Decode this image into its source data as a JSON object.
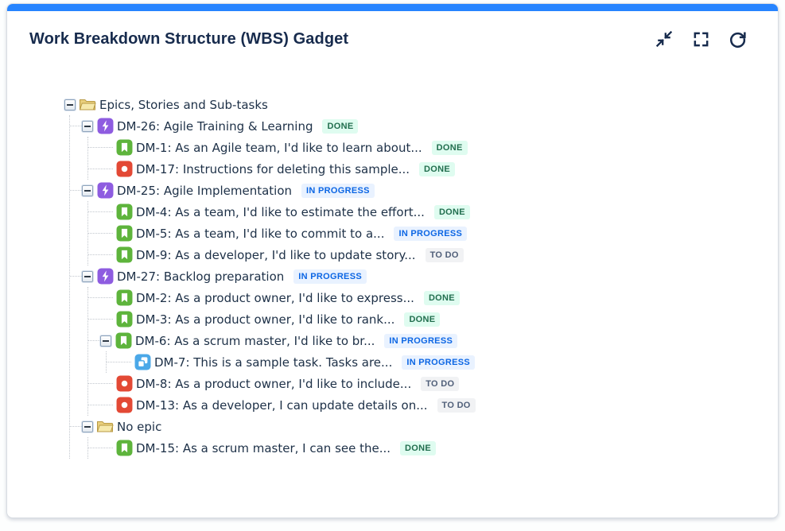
{
  "gadget": {
    "title": "Work Breakdown Structure (WBS) Gadget",
    "accent_color": "#2684FF"
  },
  "toolbar": {
    "buttons": [
      {
        "id": "collapse-all-button",
        "icon": "collapse-icon"
      },
      {
        "id": "fullscreen-button",
        "icon": "fullscreen-icon"
      },
      {
        "id": "refresh-button",
        "icon": "refresh-icon"
      }
    ]
  },
  "statuses": {
    "done": {
      "label": "DONE",
      "fg": "#216E4E",
      "bg": "#DFFCF0"
    },
    "inprogress": {
      "label": "IN PROGRESS",
      "fg": "#0C66E4",
      "bg": "#E9F2FF"
    },
    "todo": {
      "label": "TO DO",
      "fg": "#505F79",
      "bg": "#F1F2F4"
    }
  },
  "issue_type_colors": {
    "epic": "#8E5CE0",
    "story": "#5EB43C",
    "bug": "#E34935",
    "subtask": "#4BA8E8",
    "folder_front": "#F6E9AC",
    "folder_back": "#E9CF7D",
    "folder_edge": "#B89A45"
  },
  "tree": [
    {
      "id": "epics-group",
      "type": "folder",
      "label": "Epics, Stories and Sub-tasks",
      "status": null,
      "children": [
        {
          "id": "DM-26",
          "type": "epic",
          "label": "DM-26: Agile Training & Learning",
          "status": "done",
          "children": [
            {
              "id": "DM-1",
              "type": "story",
              "label": "DM-1: As an Agile team, I'd like to learn about...",
              "status": "done"
            },
            {
              "id": "DM-17",
              "type": "bug",
              "label": "DM-17: Instructions for deleting this sample...",
              "status": "done"
            }
          ]
        },
        {
          "id": "DM-25",
          "type": "epic",
          "label": "DM-25: Agile Implementation",
          "status": "inprogress",
          "children": [
            {
              "id": "DM-4",
              "type": "story",
              "label": "DM-4: As a team, I'd like to estimate the effort...",
              "status": "done"
            },
            {
              "id": "DM-5",
              "type": "story",
              "label": "DM-5: As a team, I'd like to commit to a...",
              "status": "inprogress"
            },
            {
              "id": "DM-9",
              "type": "story",
              "label": "DM-9: As a developer, I'd like to update story...",
              "status": "todo"
            }
          ]
        },
        {
          "id": "DM-27",
          "type": "epic",
          "label": "DM-27: Backlog preparation",
          "status": "inprogress",
          "children": [
            {
              "id": "DM-2",
              "type": "story",
              "label": "DM-2: As a product owner, I'd like to express...",
              "status": "done"
            },
            {
              "id": "DM-3",
              "type": "story",
              "label": "DM-3: As a product owner, I'd like to rank...",
              "status": "done"
            },
            {
              "id": "DM-6",
              "type": "story",
              "label": "DM-6: As a scrum master, I'd like to br...",
              "status": "inprogress",
              "children": [
                {
                  "id": "DM-7",
                  "type": "subtask",
                  "label": "DM-7: This is a sample task. Tasks are...",
                  "status": "inprogress"
                }
              ]
            },
            {
              "id": "DM-8",
              "type": "bug",
              "label": "DM-8: As a product owner, I'd like to include...",
              "status": "todo"
            },
            {
              "id": "DM-13",
              "type": "bug",
              "label": "DM-13: As a developer, I can update details on...",
              "status": "todo"
            }
          ]
        },
        {
          "id": "no-epic",
          "type": "folder",
          "label": "No epic",
          "status": null,
          "children": [
            {
              "id": "DM-15",
              "type": "story",
              "label": "DM-15: As a scrum master, I can see the...",
              "status": "done"
            }
          ]
        }
      ]
    }
  ]
}
